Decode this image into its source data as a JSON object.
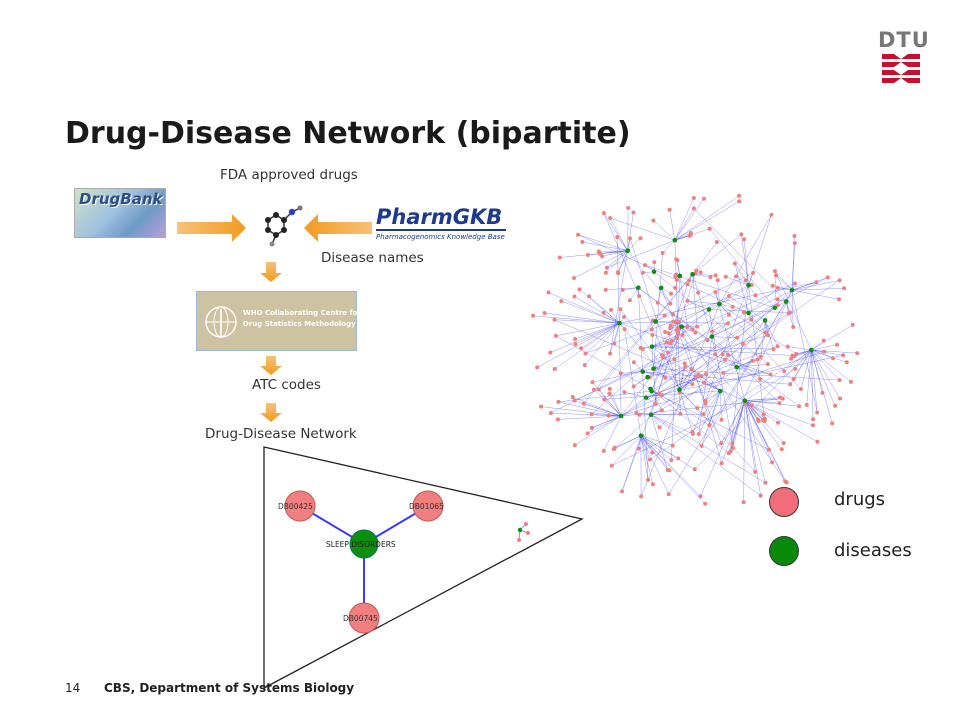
{
  "slide": {
    "title": "Drug-Disease Network (bipartite)",
    "page_number": "14",
    "footer": "CBS, Department of Systems Biology",
    "brand": "DTU"
  },
  "pipeline": {
    "fda_label": "FDA approved drugs",
    "disease_label": "Disease names",
    "atc_label": "ATC codes",
    "network_label": "Drug-Disease Network",
    "drugbank_logo": "DrugBank",
    "pharmgkb_logo": "PharmGKB",
    "pharmgkb_tagline": "Pharmacogenomics Knowledge Base",
    "who_text_line1": "WHO Collaborating Centre for",
    "who_text_line2": "Drug Statistics Methodology"
  },
  "zoom": {
    "disease_node": "SLEEP DISORDERS",
    "drug_nodes": [
      "DB00425",
      "DB01065",
      "DB00745"
    ]
  },
  "legend": {
    "items": [
      {
        "label": "drugs",
        "color": "#f26d7a"
      },
      {
        "label": "diseases",
        "color": "#0a8a0a"
      }
    ]
  },
  "colors": {
    "drug": "#f08080",
    "disease": "#0c8f0c",
    "edge": "#3a3aff",
    "arrow": "#f5a623",
    "dtu_red": "#c8102e"
  }
}
